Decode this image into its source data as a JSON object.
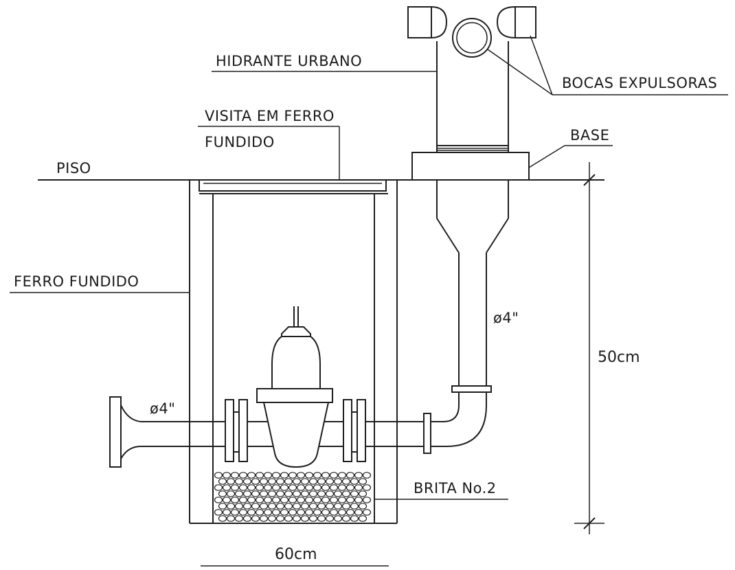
{
  "labels": {
    "hydrant": "HIDRANTE URBANO",
    "outlets": "BOCAS EXPULSORAS",
    "manhole_line1": "VISITA EM FERRO",
    "manhole_line2": "FUNDIDO",
    "base": "BASE",
    "floor": "PISO",
    "cast_iron": "FERRO FUNDIDO",
    "gravel": "BRITA No.2",
    "pipe_diameter_vertical": "ø4\"",
    "pipe_diameter_horizontal": "ø4\""
  },
  "dimensions": {
    "depth": "50cm",
    "width": "60cm"
  },
  "colors": {
    "line": "#1e1e1e",
    "background": "#ffffff"
  }
}
